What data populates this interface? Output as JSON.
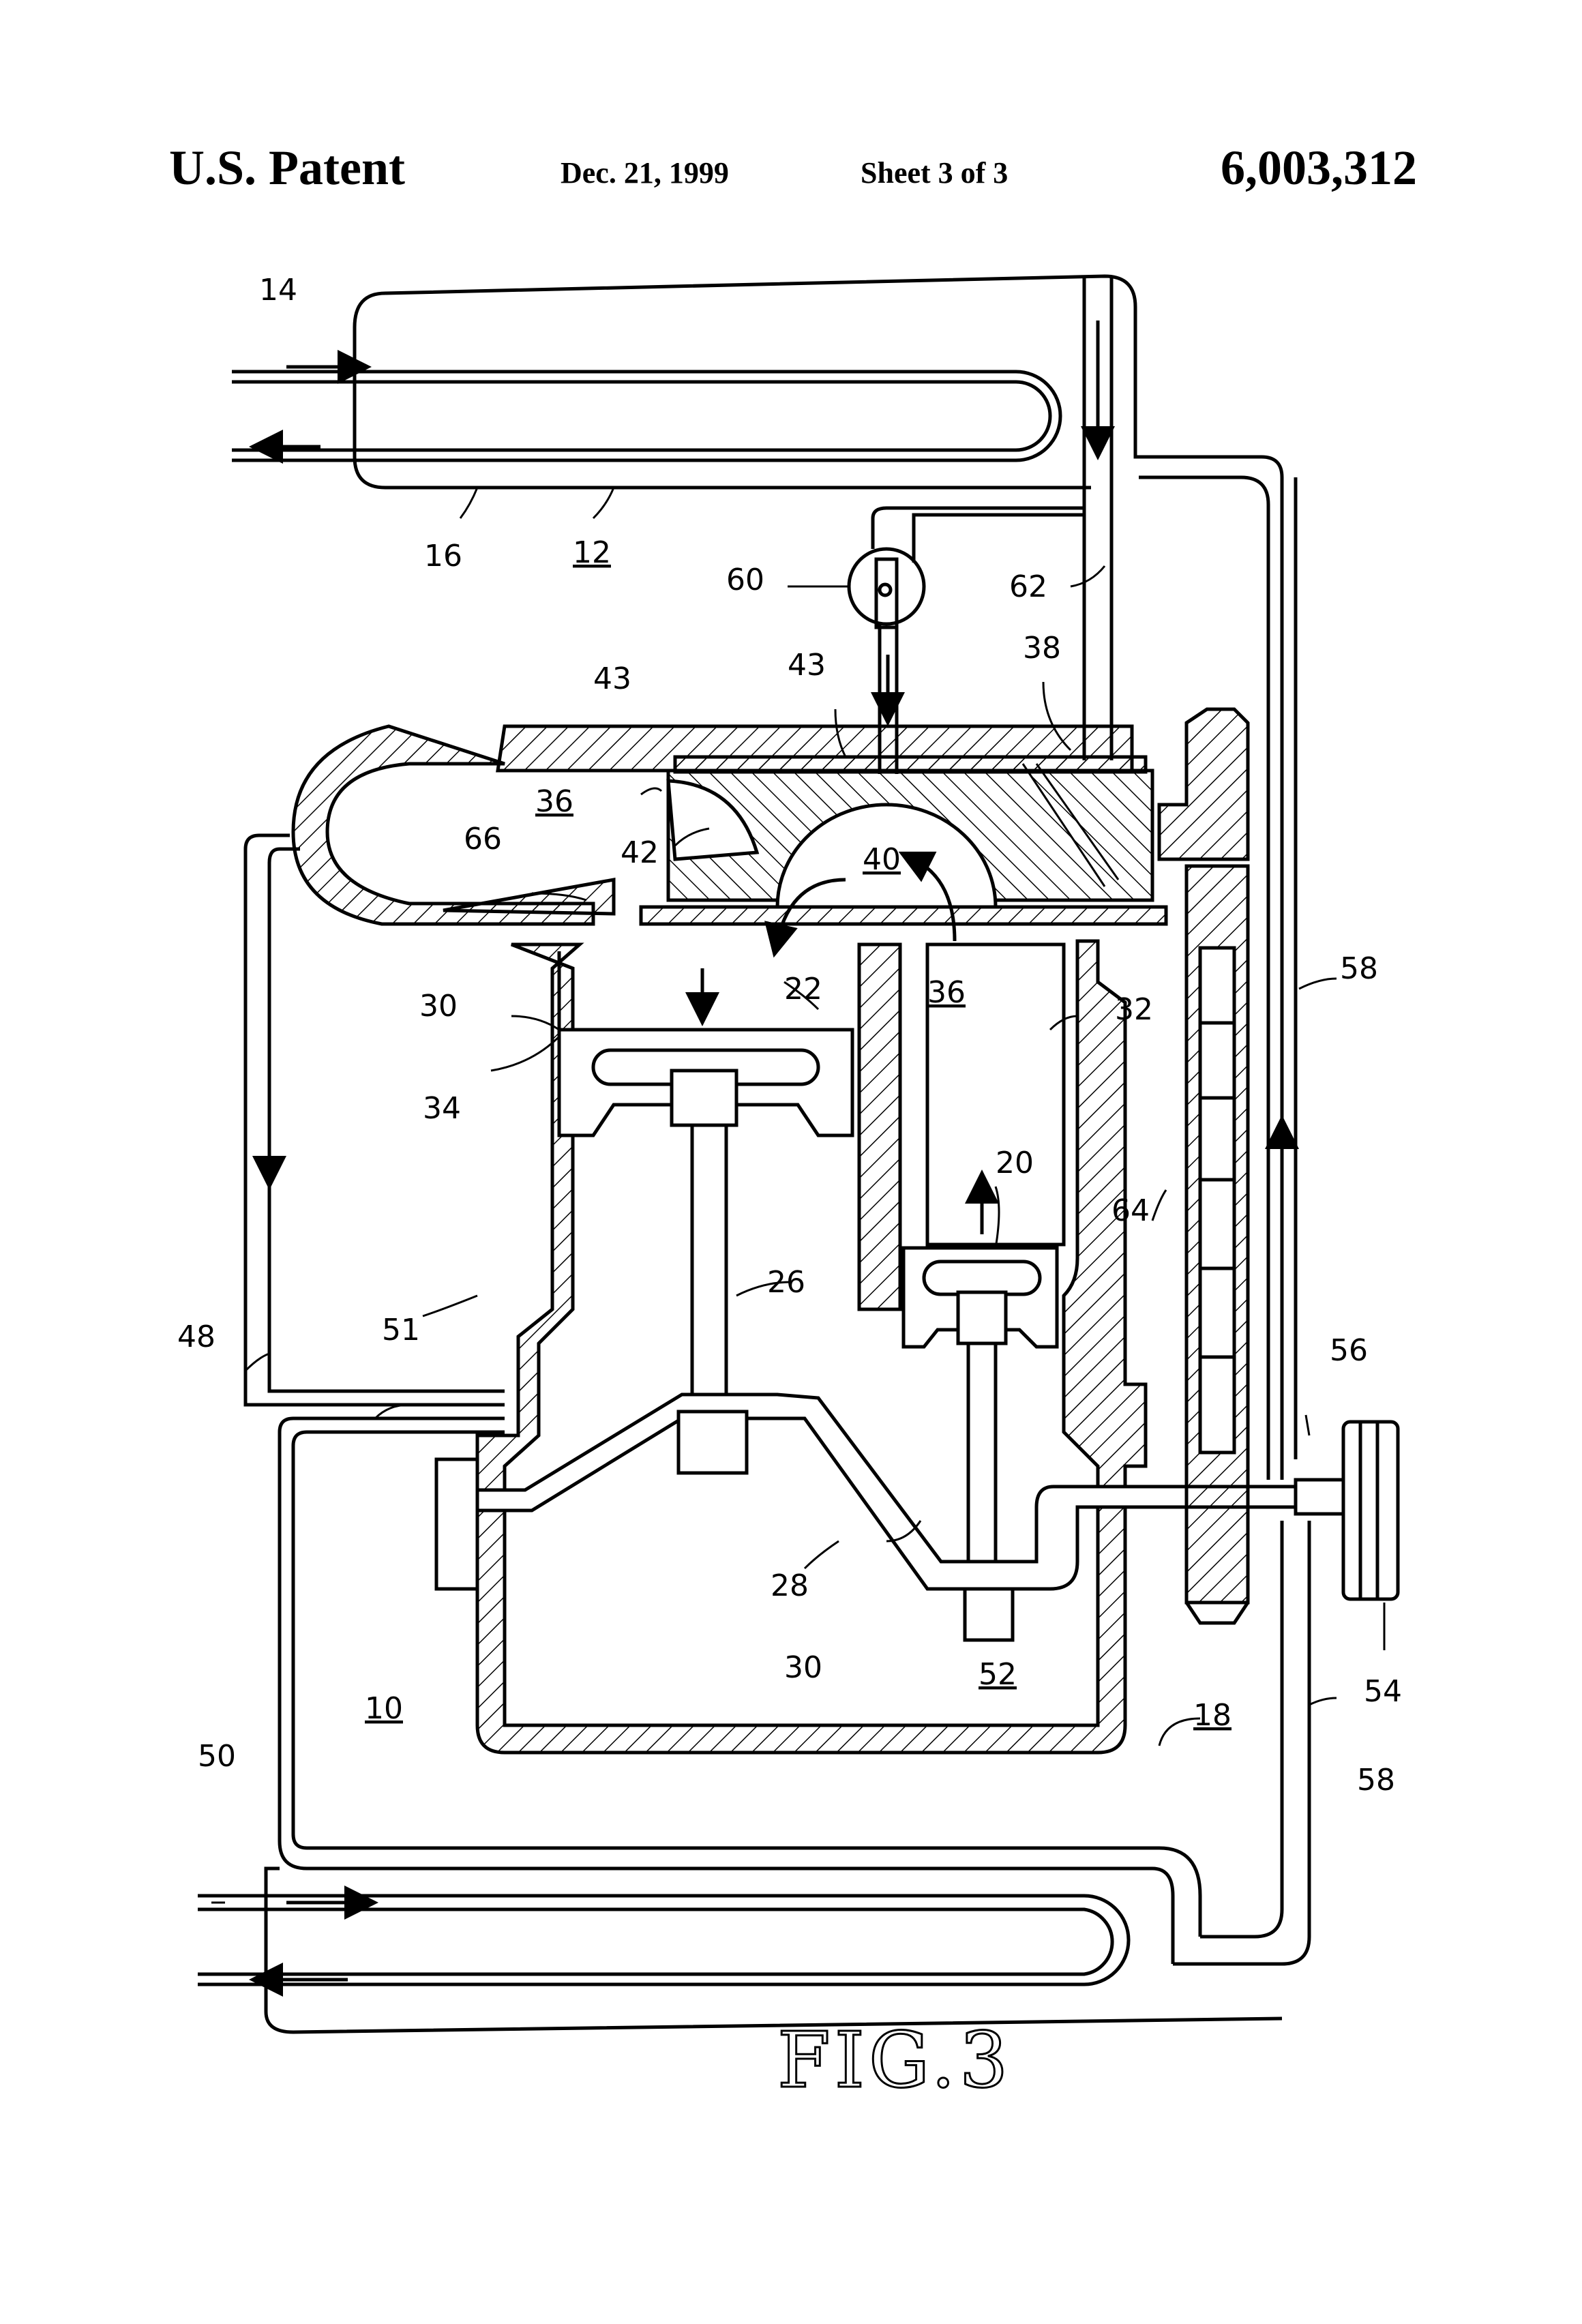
{
  "header": {
    "left": "U.S. Patent",
    "date": "Dec. 21, 1999",
    "sheet": "Sheet 3 of 3",
    "patent_number": "6,003,312"
  },
  "figure": {
    "caption": "FIG.3",
    "labels": {
      "l10": "10",
      "l12": "12",
      "l14": "14",
      "l16": "16",
      "l18": "18",
      "l20": "20",
      "l22": "22",
      "l26": "26",
      "l28": "28",
      "l30a": "30",
      "l30b": "30",
      "l32": "32",
      "l34": "34",
      "l36a": "36",
      "l36b": "36",
      "l38": "38",
      "l40": "40",
      "l42": "42",
      "l43a": "43",
      "l43b": "43",
      "l48": "48",
      "l50": "50",
      "l51": "51",
      "l52": "52",
      "l54": "54",
      "l56": "56",
      "l58a": "58",
      "l58b": "58",
      "l60": "60",
      "l62": "62",
      "l64": "64",
      "l66": "66"
    }
  }
}
